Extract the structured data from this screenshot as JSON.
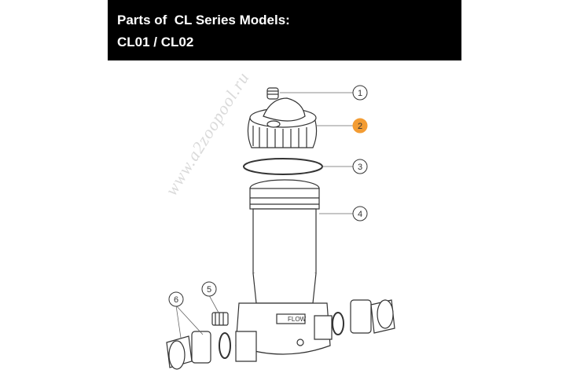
{
  "header": {
    "line1": "Parts of  CL Series Models:",
    "line2": "CL01 / CL02"
  },
  "callouts": [
    {
      "id": "1",
      "label": "1",
      "highlight": false
    },
    {
      "id": "2",
      "label": "2",
      "highlight": true
    },
    {
      "id": "3",
      "label": "3",
      "highlight": false
    },
    {
      "id": "4",
      "label": "4",
      "highlight": false
    },
    {
      "id": "5",
      "label": "5",
      "highlight": false
    },
    {
      "id": "6",
      "label": "6",
      "highlight": false
    }
  ],
  "body_labels": {
    "flow": "FLOW"
  },
  "watermark": "www.a2zoopool.ru",
  "colors": {
    "header_bg": "#000000",
    "header_text": "#ffffff",
    "highlight": "#f39c33",
    "line": "#333333"
  }
}
